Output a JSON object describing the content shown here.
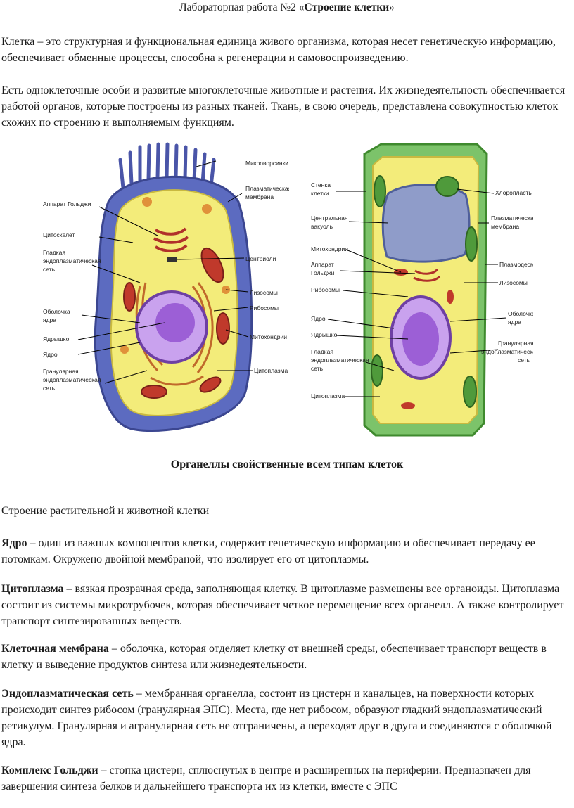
{
  "title": {
    "prefix": "Лабораторная работа №2 «",
    "bold": "Строение клетки",
    "suffix": "»"
  },
  "intro": [
    "Клетка – это структурная и функциональная единица живого организма, которая несет генетическую информацию, обеспечивает обменные процессы, способна к регенерации и самовоспроизведению.",
    "Есть одноклеточные особи и развитые многоклеточные животные и растения. Их жизнедеятельность обеспечивается работой органов, которые построены из разных тканей. Ткань, в свою очередь, представлена совокупностью клеток схожих по строению и выполняемым функциям."
  ],
  "animal_cell": {
    "labels_left": [
      "Аппарат Гольджи",
      "Цитоскелет",
      "Гладкая",
      "эндоплазматическая",
      "сеть",
      "Оболочка",
      "ядра",
      "Ядрышко",
      "Ядро",
      "Гранулярная",
      "эндоплазматическая",
      "сеть"
    ],
    "labels_right": [
      "Микроворсинки",
      "Плазматическая",
      "мембрана",
      "Центриоли",
      "Лизосомы",
      "Рибосомы",
      "Митохондрии",
      "Цитоплазма"
    ]
  },
  "plant_cell": {
    "labels_left": [
      "Стенка",
      "клетки",
      "Центральная",
      "вакуоль",
      "Митохондрии",
      "Аппарат",
      "Гольджи",
      "Рибосомы",
      "Ядро",
      "Ядрышко",
      "Гладкая",
      "эндоплазматическая",
      "сеть",
      "Цитоплазма"
    ],
    "labels_right": [
      "Хлоропласты",
      "Плазматическая",
      "мембрана",
      "Плазмодесма",
      "Лизосомы",
      "Оболочка",
      "ядра",
      "Гранулярная",
      "эндоплазматическая",
      "сеть"
    ]
  },
  "figure_caption": "Органеллы свойственные всем типам клеток",
  "section_heading": "Строение растительной и животной клетки",
  "terms": [
    {
      "term": "Ядро",
      "text": " – один из важных компонентов клетки, содержит генетическую информацию и обеспечивает передачу ее потомкам. Окружено двойной мембраной, что изолирует его от цитоплазмы."
    },
    {
      "term": "Цитоплазма",
      "text": " – вязкая прозрачная среда, заполняющая клетку. В цитоплазме размещены все органоиды. Цитоплазма состоит из системы микротрубочек, которая обеспечивает четкое перемещение всех органелл. А также контролирует транспорт синтезированных веществ."
    },
    {
      "term": "Клеточная мембрана",
      "text": " – оболочка, которая отделяет клетку от внешней среды, обеспечивает транспорт веществ в клетку и выведение продуктов синтеза или жизнедеятельности."
    },
    {
      "term": "Эндоплазматическая сеть",
      "text": " – мембранная органелла, состоит из цистерн и канальцев, на поверхности которых происходит синтез рибосом (гранулярная ЭПС). Места, где нет рибосом, образуют гладкий эндоплазматический ретикулум. Гранулярная и агранулярная сеть не отграничены, а переходят друг в друга и соединяются с оболочкой ядра."
    },
    {
      "term": "Комплекс Гольджи",
      "text": " – стопка цистерн, сплюснутых в центре и расширенных на периферии. Предназначен для завершения синтеза белков и дальнейшего транспорта их из клетки, вместе с ЭПС"
    }
  ],
  "colors": {
    "membrane_animal": "#5c6bc0",
    "cytoplasm": "#f3ec7a",
    "nucleus": "#9c5fd6",
    "mitochondria": "#c0392b",
    "cell_wall_plant": "#7cc36a",
    "vacuole": "#8f9cc9"
  }
}
